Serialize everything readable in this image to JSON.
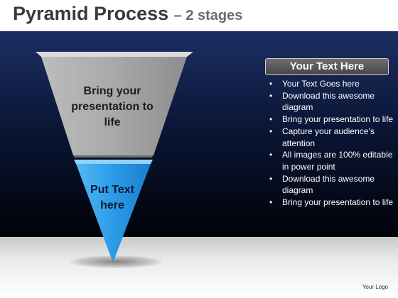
{
  "slide": {
    "title": "Pyramid Process",
    "subtitle": "– 2 stages"
  },
  "diagram": {
    "stage1": {
      "label": "Bring your presentation to life"
    },
    "stage2": {
      "label": "Put Text here"
    }
  },
  "textbox": {
    "header": "Your Text Here",
    "bullets": [
      "Your Text Goes here",
      "Download this awesome diagram",
      "Bring your presentation to life",
      "Capture your audience’s attention",
      "All images are 100% editable in power point",
      "Download this awesome diagram",
      "Bring your presentation to life"
    ]
  },
  "footer": {
    "logo": "Your Logo"
  },
  "colors": {
    "stage1": "#a9a9a9",
    "stage2": "#2a9be8",
    "background_top": "#1b2f63",
    "background_bottom": "#000208"
  }
}
